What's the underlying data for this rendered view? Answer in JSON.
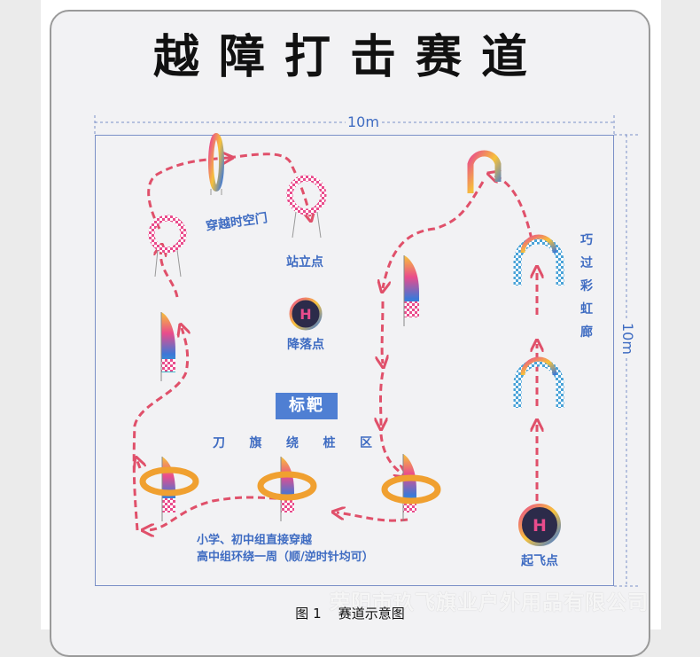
{
  "title": "越障打击赛道",
  "dimensions": {
    "width_label": "10m",
    "height_label": "10m"
  },
  "labels": {
    "portal": "穿越时空门",
    "stand_point": "站立点",
    "landing_point": "降落点",
    "target": "标靶",
    "flag_slalom": [
      "刀",
      "旗",
      "绕",
      "桩",
      "区"
    ],
    "rainbow": [
      "巧",
      "过",
      "彩",
      "虹",
      "廊"
    ],
    "takeoff_point": "起飞点",
    "rule_line1": "小学、初中组直接穿越",
    "rule_line2": "高中组环绕一周（顺/逆时针均可）",
    "h_symbol": "H"
  },
  "caption": {
    "figure": "图 1",
    "text": "赛道示意图"
  },
  "watermark": "荣阳市玖飞旗业户外用品有限公司",
  "colors": {
    "path": "#e0506a",
    "label": "#3f6cc2",
    "target_bg": "#4f7fd3",
    "ring_orange": "#f0a030"
  }
}
